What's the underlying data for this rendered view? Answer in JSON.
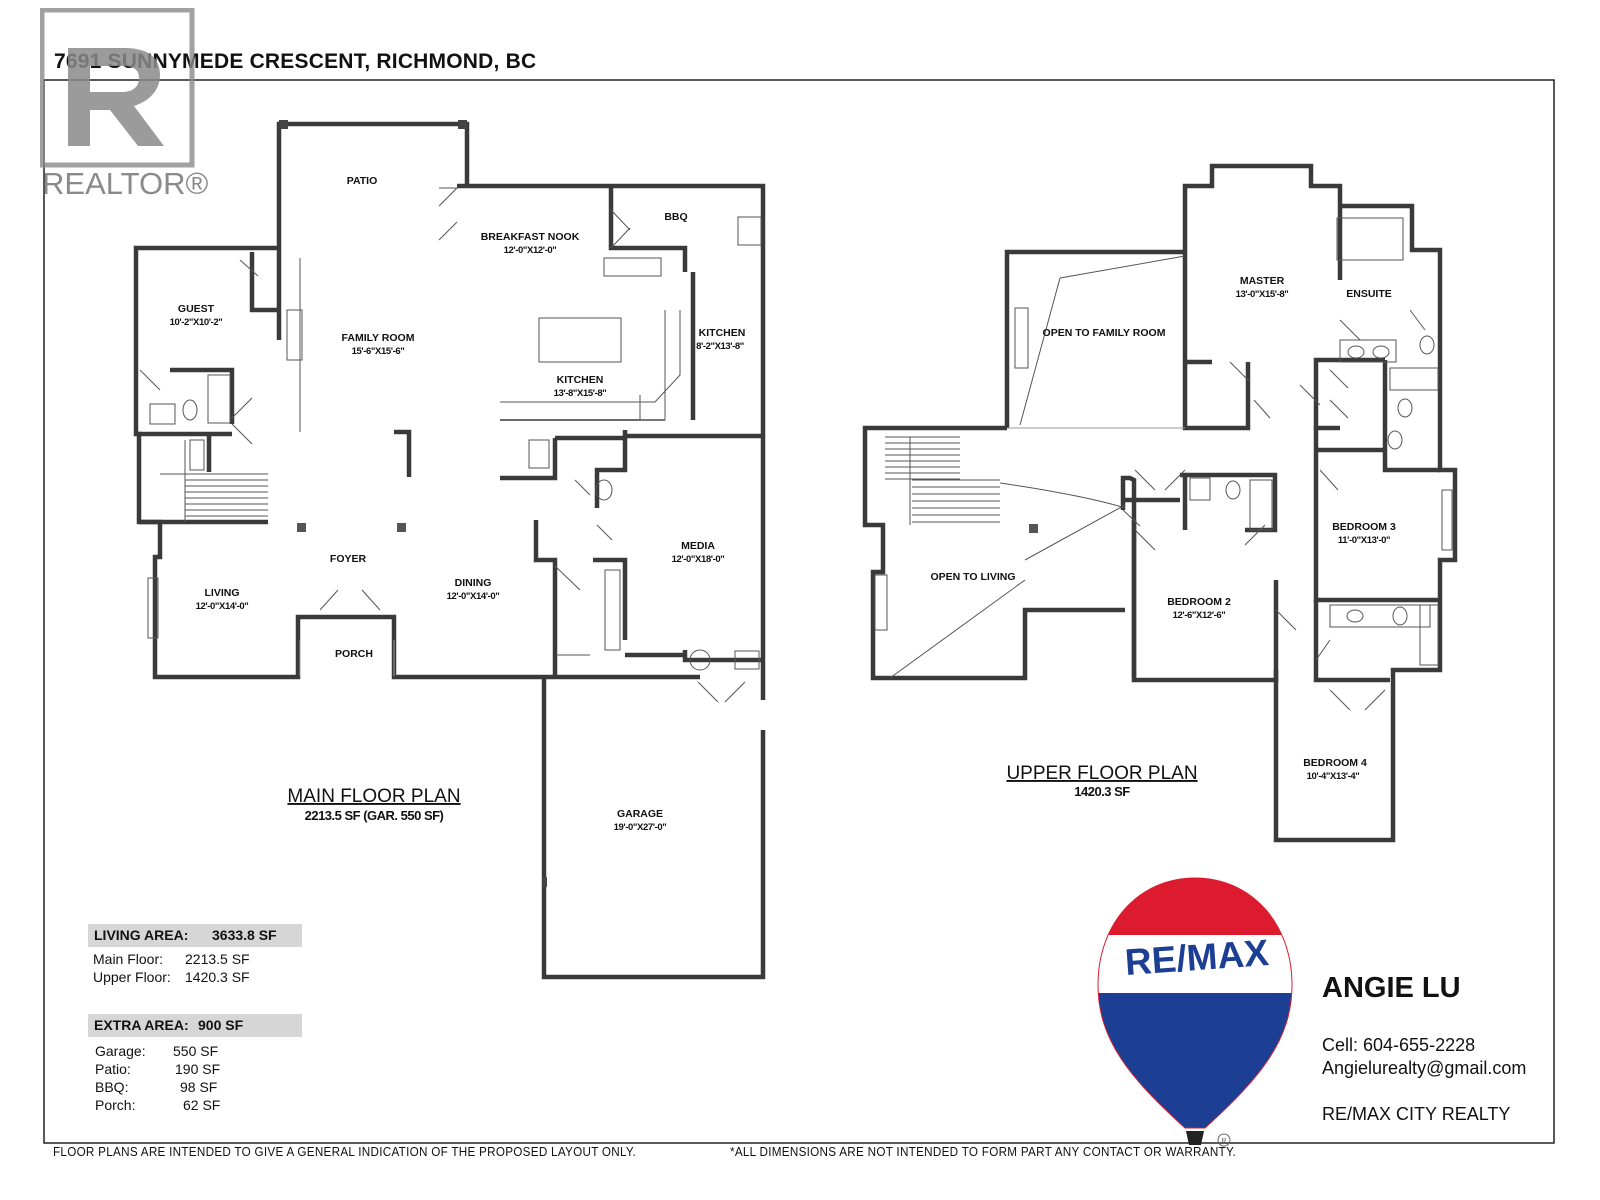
{
  "header": {
    "address": "7691 SUNNYMEDE CRESCENT, RICHMOND, BC",
    "realtor_logo_text": "REALTOR®"
  },
  "main_floor": {
    "title": "MAIN FLOOR PLAN",
    "subtitle": "2213.5 SF (GAR. 550 SF)",
    "rooms": [
      {
        "name": "PATIO",
        "dim": ""
      },
      {
        "name": "BBQ",
        "dim": ""
      },
      {
        "name": "BREAKFAST NOOK",
        "dim": "12'-0\"X12'-0\""
      },
      {
        "name": "GUEST",
        "dim": "10'-2\"X10'-2\""
      },
      {
        "name": "FAMILY ROOM",
        "dim": "15'-6\"X15'-6\""
      },
      {
        "name": "KITCHEN",
        "dim": "8'-2\"X13'-8\""
      },
      {
        "name": "KITCHEN",
        "dim": "13'-8\"X15'-8\""
      },
      {
        "name": "FOYER",
        "dim": ""
      },
      {
        "name": "MEDIA",
        "dim": "12'-0\"X18'-0\""
      },
      {
        "name": "LIVING",
        "dim": "12'-0\"X14'-0\""
      },
      {
        "name": "DINING",
        "dim": "12'-0\"X14'-0\""
      },
      {
        "name": "PORCH",
        "dim": ""
      },
      {
        "name": "GARAGE",
        "dim": "19'-0\"X27'-0\""
      }
    ]
  },
  "upper_floor": {
    "title": "UPPER FLOOR PLAN",
    "subtitle": "1420.3 SF",
    "rooms": [
      {
        "name": "MASTER",
        "dim": "13'-0\"X15'-8\""
      },
      {
        "name": "ENSUITE",
        "dim": ""
      },
      {
        "name": "OPEN TO FAMILY ROOM",
        "dim": ""
      },
      {
        "name": "BEDROOM 3",
        "dim": "11'-0\"X13'-0\""
      },
      {
        "name": "OPEN TO LIVING",
        "dim": ""
      },
      {
        "name": "BEDROOM 2",
        "dim": "12'-6\"X12'-6\""
      },
      {
        "name": "BEDROOM 4",
        "dim": "10'-4\"X13'-4\""
      }
    ]
  },
  "living_area": {
    "label": "LIVING AREA:",
    "total": "3633.8 SF",
    "rows": [
      {
        "label": "Main Floor:",
        "value": "2213.5 SF"
      },
      {
        "label": "Upper Floor:",
        "value": "1420.3 SF"
      }
    ]
  },
  "extra_area": {
    "label": "EXTRA AREA:",
    "total": "900 SF",
    "rows": [
      {
        "label": "Garage:",
        "value": "550 SF"
      },
      {
        "label": "Patio:",
        "value": "190 SF"
      },
      {
        "label": "BBQ:",
        "value": "98 SF"
      },
      {
        "label": "Porch:",
        "value": "62 SF"
      }
    ]
  },
  "remax_logo_text": "RE/MAX",
  "agent": {
    "name": "ANGIE LU",
    "cell": "Cell: 604-655-2228",
    "email": "Angielurealty@gmail.com",
    "brokerage": "RE/MAX CITY REALTY"
  },
  "footer": {
    "left": "FLOOR PLANS ARE INTENDED TO GIVE A GENERAL INDICATION OF THE PROPOSED LAYOUT ONLY.",
    "right": "*ALL DIMENSIONS ARE NOT INTENDED TO FORM PART ANY CONTACT OR WARRANTY."
  },
  "colors": {
    "remax_red": "#dc1c2e",
    "remax_blue": "#1c3f94",
    "area_band": "#d6d6d6",
    "realtor_grey": "#8a8a8a"
  }
}
